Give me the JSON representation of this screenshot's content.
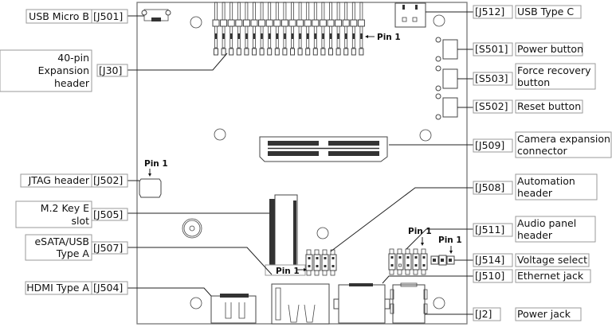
{
  "title": "Carrier board connector and button locations",
  "pin_marker": "Pin 1",
  "callouts": {
    "j501": {
      "ref": "[J501]",
      "label": [
        "USB Micro B"
      ]
    },
    "j30": {
      "ref": "[J30]",
      "label": [
        "40-pin",
        "Expansion",
        "header"
      ]
    },
    "j502": {
      "ref": "[J502]",
      "label": [
        "JTAG header"
      ]
    },
    "j505": {
      "ref": "[J505]",
      "label": [
        "M.2 Key E",
        "slot"
      ]
    },
    "j507": {
      "ref": "[J507]",
      "label": [
        "eSATA/USB",
        "Type A"
      ]
    },
    "j504": {
      "ref": "[J504]",
      "label": [
        "HDMI Type A"
      ]
    },
    "j512": {
      "ref": "[J512]",
      "label": [
        "USB Type C"
      ]
    },
    "s501": {
      "ref": "[S501]",
      "label": [
        "Power button"
      ]
    },
    "s503": {
      "ref": "[S503]",
      "label": [
        "Force recovery",
        "button"
      ]
    },
    "s502": {
      "ref": "[S502]",
      "label": [
        "Reset button"
      ]
    },
    "j509": {
      "ref": "[J509]",
      "label": [
        "Camera expansion",
        "connector"
      ]
    },
    "j508": {
      "ref": "[J508]",
      "label": [
        "Automation",
        "header"
      ]
    },
    "j511": {
      "ref": "[J511]",
      "label": [
        "Audio panel",
        "header"
      ]
    },
    "j514": {
      "ref": "[J514]",
      "label": [
        "Voltage select"
      ]
    },
    "j510": {
      "ref": "[J510]",
      "label": [
        "Ethernet jack"
      ]
    },
    "j2": {
      "ref": "[J2]",
      "label": [
        "Power jack"
      ]
    }
  }
}
